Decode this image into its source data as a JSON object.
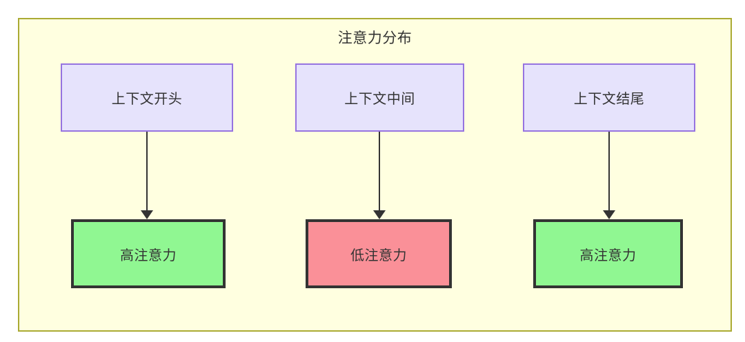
{
  "diagram": {
    "title": "注意力分布",
    "frame": {
      "background_color": "#FFFFE0",
      "border_color": "#AAAA33"
    },
    "columns": [
      {
        "source": {
          "label": "上下文开头",
          "fill_color": "#E6E3FC",
          "border_color": "#9673E0"
        },
        "arrow": {
          "name": "arrow-down"
        },
        "result": {
          "label": "高注意力",
          "fill_color": "#90F792",
          "border_color": "#333333"
        }
      },
      {
        "source": {
          "label": "上下文中间",
          "fill_color": "#E6E3FC",
          "border_color": "#9673E0"
        },
        "arrow": {
          "name": "arrow-down"
        },
        "result": {
          "label": "低注意力",
          "fill_color": "#FA9098",
          "border_color": "#333333"
        }
      },
      {
        "source": {
          "label": "上下文结尾",
          "fill_color": "#E6E3FC",
          "border_color": "#9673E0"
        },
        "arrow": {
          "name": "arrow-down"
        },
        "result": {
          "label": "高注意力",
          "fill_color": "#90F792",
          "border_color": "#333333"
        }
      }
    ]
  }
}
